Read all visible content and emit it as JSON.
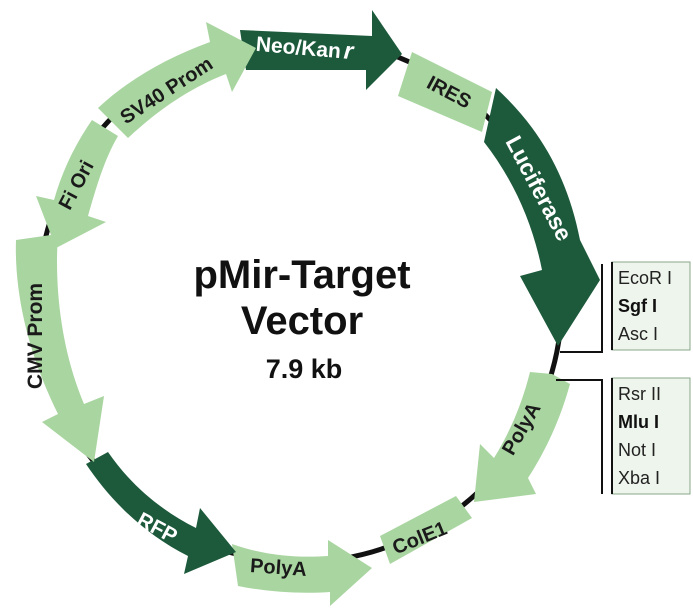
{
  "vector": {
    "name": "pMir-Target",
    "subtitle": "Vector",
    "size": "7.9 kb"
  },
  "colors": {
    "light_feature": "#a9d5a0",
    "dark_feature": "#1d5a3c",
    "backbone": "#111111",
    "site_box": "#eef5ec",
    "site_border": "#8aa88a"
  },
  "features": {
    "neo": "Neo/Kan",
    "neo_sup": "r",
    "ires": "IRES",
    "luciferase": "Luciferase",
    "polya_right": "PolyA",
    "cole1": "ColE1",
    "polya_bottom": "PolyA",
    "rfp": "RFP",
    "cmv": "CMV Prom",
    "fiori": "Fi Ori",
    "sv40": "SV40 Prom"
  },
  "sites_top": [
    {
      "label": "EcoR I",
      "bold": false
    },
    {
      "label": "Sgf I",
      "bold": true
    },
    {
      "label": "Asc I",
      "bold": false
    }
  ],
  "sites_bottom": [
    {
      "label": "Rsr II",
      "bold": false
    },
    {
      "label": "Mlu I",
      "bold": true
    },
    {
      "label": "Not I",
      "bold": false
    },
    {
      "label": "Xba I",
      "bold": false
    }
  ]
}
